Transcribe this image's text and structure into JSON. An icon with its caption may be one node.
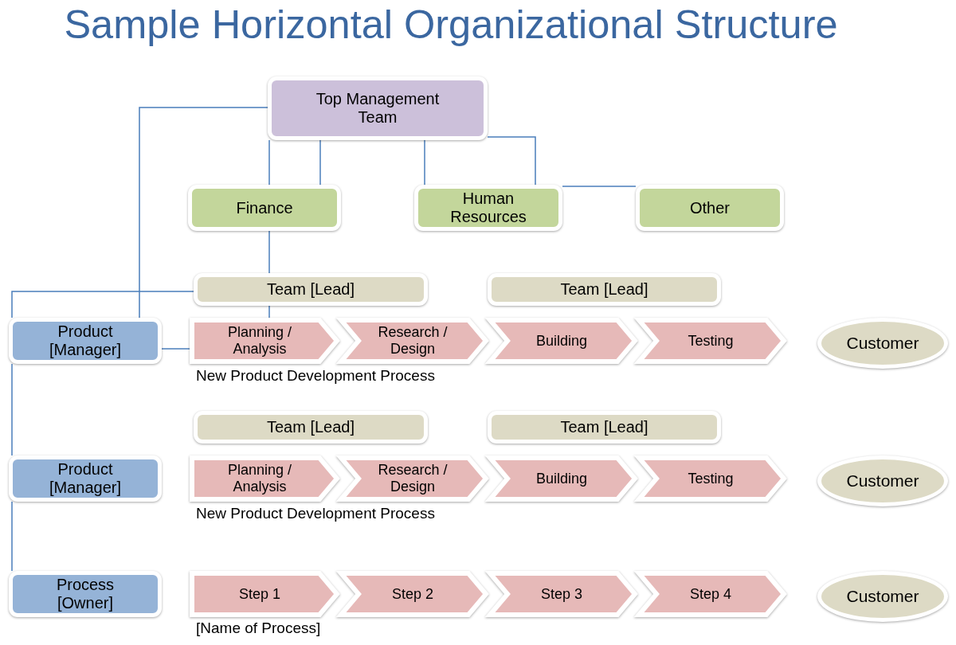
{
  "diagram": {
    "title": "Sample Horizontal Organizational Structure",
    "nodes": [
      {
        "text": [
          "Top Management Team"
        ]
      },
      {
        "text": [
          "Finance"
        ]
      },
      {
        "text": [
          "Human Resources"
        ]
      },
      {
        "text": [
          "Other"
        ]
      },
      {
        "text": [
          "Team [Lead]"
        ]
      },
      {
        "text": [
          "Team [Lead]"
        ]
      },
      {
        "text": [
          "Product [Manager]"
        ]
      },
      {
        "text": [
          "Planning / Analysis"
        ]
      },
      {
        "text": [
          "Research / Design"
        ]
      },
      {
        "text": [
          "Building"
        ]
      },
      {
        "text": [
          "Testing"
        ]
      },
      {
        "text": [
          "Customer"
        ]
      },
      {
        "text": [
          "Team [Lead]"
        ]
      },
      {
        "text": [
          "Team [Lead]"
        ]
      },
      {
        "text": [
          "Product [Manager]"
        ]
      },
      {
        "text": [
          "Planning / Analysis"
        ]
      },
      {
        "text": [
          "Research / Design"
        ]
      },
      {
        "text": [
          "Building"
        ]
      },
      {
        "text": [
          "Testing"
        ]
      },
      {
        "text": [
          "Customer"
        ]
      },
      {
        "text": [
          "Process [Owner]"
        ]
      },
      {
        "text": [
          "Step 1"
        ]
      },
      {
        "text": [
          "Step 2"
        ]
      },
      {
        "text": [
          "Step 3"
        ]
      },
      {
        "text": [
          "Step 4"
        ]
      },
      {
        "text": [
          "Customer"
        ]
      }
    ],
    "edges": [
      {
        "from": 0,
        "to": 6,
        "arrow": "none"
      },
      {
        "from": 0,
        "to": 1,
        "arrow": "none"
      },
      {
        "from": 0,
        "to": 1,
        "arrow": "none"
      },
      {
        "from": 0,
        "to": 2,
        "arrow": "none"
      },
      {
        "from": 0,
        "to": 2,
        "arrow": "none"
      },
      {
        "from": 2,
        "to": 3,
        "arrow": "none"
      },
      {
        "from": 1,
        "to": 4,
        "arrow": "none"
      },
      {
        "from": 4,
        "to": 7,
        "arrow": "none"
      },
      {
        "from": 4,
        "to": 6,
        "arrow": "none"
      },
      {
        "from": 6,
        "to": 14,
        "arrow": "none"
      },
      {
        "from": 14,
        "to": 20,
        "arrow": "none"
      },
      {
        "from": 6,
        "to": 7,
        "arrow": "none"
      }
    ],
    "labels": [
      "New Product Development Process",
      "New Product Development Process",
      "[Name of Process]"
    ]
  }
}
